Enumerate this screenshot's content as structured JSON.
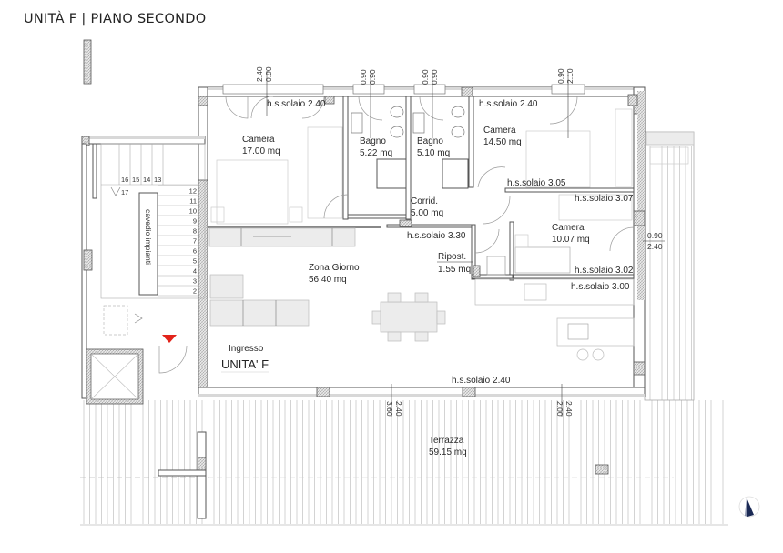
{
  "header": {
    "title": "UNITÀ F  | PIANO SECONDO"
  },
  "unit_label": "UNITA' F",
  "rooms": [
    {
      "id": "camera1",
      "name": "Camera",
      "area": "17.00 mq"
    },
    {
      "id": "bagno1",
      "name": "Bagno",
      "area": "5.22 mq"
    },
    {
      "id": "bagno2",
      "name": "Bagno",
      "area": "5.10 mq"
    },
    {
      "id": "camera2",
      "name": "Camera",
      "area": "14.50 mq"
    },
    {
      "id": "corridoio",
      "name": "Corrid.",
      "area": "5.00 mq"
    },
    {
      "id": "camera3",
      "name": "Camera",
      "area": "10.07 mq"
    },
    {
      "id": "ripostiglio",
      "name": "Ripost.",
      "area": "1.55 mq"
    },
    {
      "id": "zona_giorno",
      "name": "Zona Giorno",
      "area": "56.40 mq"
    },
    {
      "id": "ingresso",
      "name": "Ingresso"
    },
    {
      "id": "terrazza",
      "name": "Terrazza",
      "area": "59.15 mq"
    }
  ],
  "ceiling_heights": [
    "h.s.solaio 2.40",
    "h.s.solaio 2.40",
    "h.s.solaio 3.05",
    "h.s.solaio 3.07",
    "h.s.solaio 3.30",
    "h.s.solaio 3.02",
    "h.s.solaio 3.00",
    "h.s.solaio 2.40"
  ],
  "openings": [
    {
      "w": "2.40",
      "h": "0.90"
    },
    {
      "w": "0.90",
      "h": "0.90"
    },
    {
      "w": "0.90",
      "h": "0.90"
    },
    {
      "w": "0.90",
      "h": "2.10"
    },
    {
      "w": "0.90",
      "h": "2.40"
    },
    {
      "w": "3.60",
      "h": "2.40"
    },
    {
      "w": "2.00",
      "h": "2.40"
    }
  ],
  "stairs": {
    "label": "cavedio impianti",
    "steps_top": [
      "16",
      "15",
      "14",
      "13"
    ],
    "step_17": "17",
    "steps_right": [
      "12",
      "11",
      "10",
      "9",
      "8",
      "7",
      "6",
      "5",
      "4",
      "3",
      "2"
    ]
  },
  "icons": {
    "entrance": "entrance-marker-icon",
    "north": "north-arrow-icon"
  },
  "colors": {
    "entrance_marker": "#e2231a",
    "north_arrow": "#1b2a55",
    "wall_line": "#555555"
  }
}
